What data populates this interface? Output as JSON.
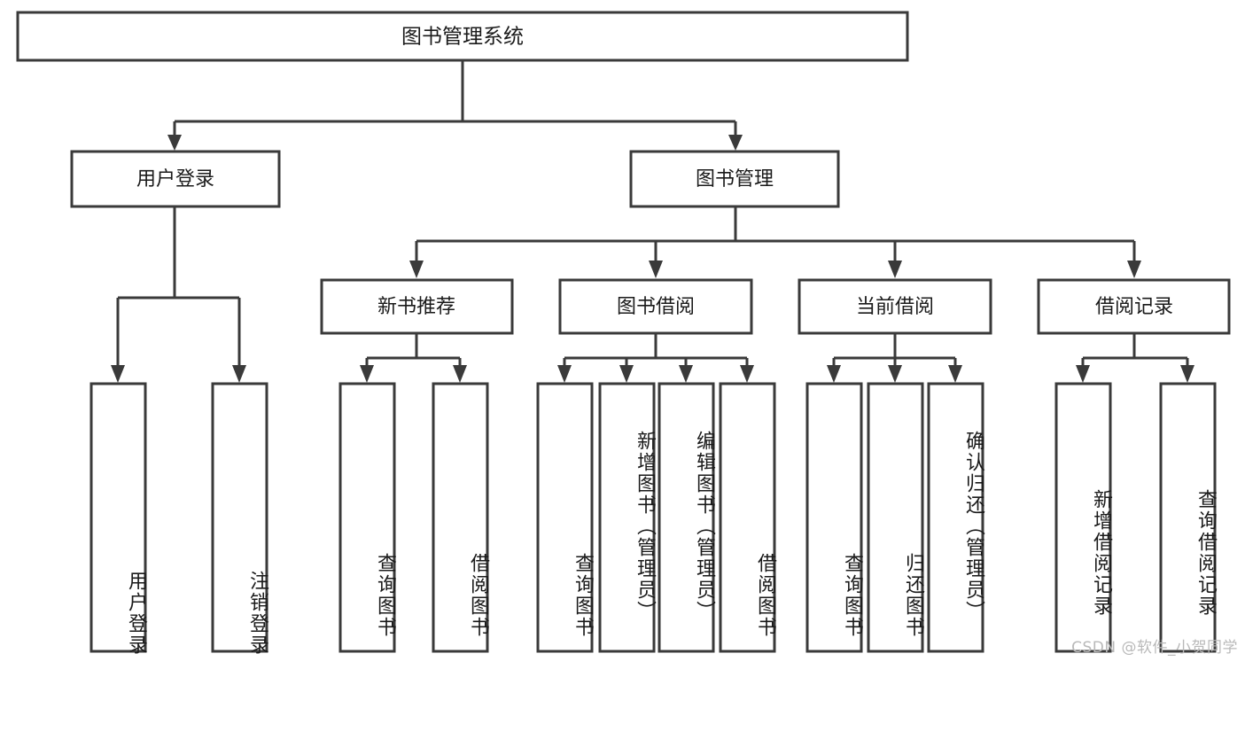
{
  "diagram": {
    "type": "tree-hierarchy",
    "title": "图书管理系统",
    "orientation": "top-down",
    "levels": 4,
    "root": {
      "id": "root",
      "label": "图书管理系统",
      "level": 1
    },
    "level2": [
      {
        "id": "user-login",
        "label": "用户登录",
        "level": 2
      },
      {
        "id": "book-manage",
        "label": "图书管理",
        "level": 2
      }
    ],
    "level3": [
      {
        "id": "new-book-recommend",
        "label": "新书推荐",
        "level": 3,
        "parent": "book-manage"
      },
      {
        "id": "book-borrow",
        "label": "图书借阅",
        "level": 3,
        "parent": "book-manage"
      },
      {
        "id": "current-borrow",
        "label": "当前借阅",
        "level": 3,
        "parent": "book-manage"
      },
      {
        "id": "borrow-record",
        "label": "借阅记录",
        "level": 3,
        "parent": "book-manage"
      }
    ],
    "leaves": [
      {
        "id": "leaf-user-login",
        "label": "用户登录",
        "parent": "user-login"
      },
      {
        "id": "leaf-logout",
        "label": "注销登录",
        "parent": "user-login"
      },
      {
        "id": "leaf-query-book-1",
        "label": "查询图书",
        "parent": "new-book-recommend"
      },
      {
        "id": "leaf-borrow-book-1",
        "label": "借阅图书",
        "parent": "new-book-recommend"
      },
      {
        "id": "leaf-query-book-2",
        "label": "查询图书",
        "parent": "book-borrow"
      },
      {
        "id": "leaf-add-book",
        "label": "新增图书（管理员）",
        "parent": "book-borrow"
      },
      {
        "id": "leaf-edit-book",
        "label": "编辑图书（管理员）",
        "parent": "book-borrow"
      },
      {
        "id": "leaf-borrow-book-2",
        "label": "借阅图书",
        "parent": "book-borrow"
      },
      {
        "id": "leaf-query-book-3",
        "label": "查询图书",
        "parent": "current-borrow"
      },
      {
        "id": "leaf-return-book",
        "label": "归还图书",
        "parent": "current-borrow"
      },
      {
        "id": "leaf-confirm-return",
        "label": "确认归还（管理员）",
        "parent": "current-borrow"
      },
      {
        "id": "leaf-add-record",
        "label": "新增借阅记录",
        "parent": "borrow-record"
      },
      {
        "id": "leaf-query-record",
        "label": "查询借阅记录",
        "parent": "borrow-record"
      }
    ],
    "colors": {
      "stroke": "#3a3a3a",
      "fill": "#ffffff",
      "text": "#1a1a1a",
      "watermark": "#b9b9b9"
    }
  },
  "watermark": {
    "text": "CSDN @软件_小贺同学"
  }
}
